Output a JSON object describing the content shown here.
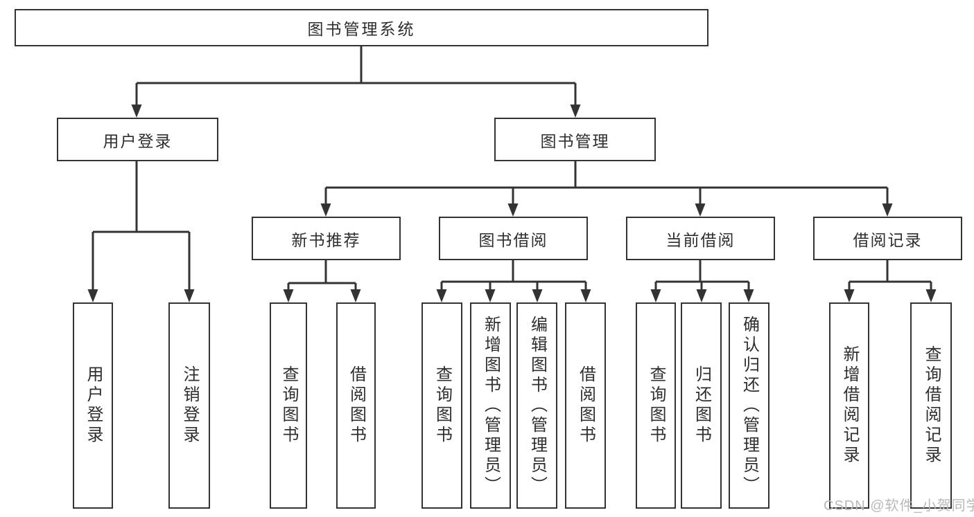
{
  "diagram": {
    "root": {
      "label": "图书管理系统"
    },
    "branches": [
      {
        "label": "用户登录"
      },
      {
        "label": "图书管理"
      }
    ],
    "modules": [
      {
        "label": "新书推荐"
      },
      {
        "label": "图书借阅"
      },
      {
        "label": "当前借阅"
      },
      {
        "label": "借阅记录"
      }
    ],
    "leaves": [
      {
        "label": "用户登录"
      },
      {
        "label": "注销登录"
      },
      {
        "label": "查询图书"
      },
      {
        "label": "借阅图书"
      },
      {
        "label": "查询图书"
      },
      {
        "label": "新增图书（管理员）"
      },
      {
        "label": "编辑图书（管理员）"
      },
      {
        "label": "借阅图书"
      },
      {
        "label": "查询图书"
      },
      {
        "label": "归还图书"
      },
      {
        "label": "确认归还（管理员）"
      },
      {
        "label": "新增借阅记录"
      },
      {
        "label": "查询借阅记录"
      }
    ]
  },
  "watermark": {
    "text": "CSDN @软件_小贺同学"
  },
  "colors": {
    "line": "#333333",
    "box_border": "#333333",
    "text": "#2e2e2e",
    "background": "#ffffff",
    "watermark": "#b9b9b9"
  }
}
